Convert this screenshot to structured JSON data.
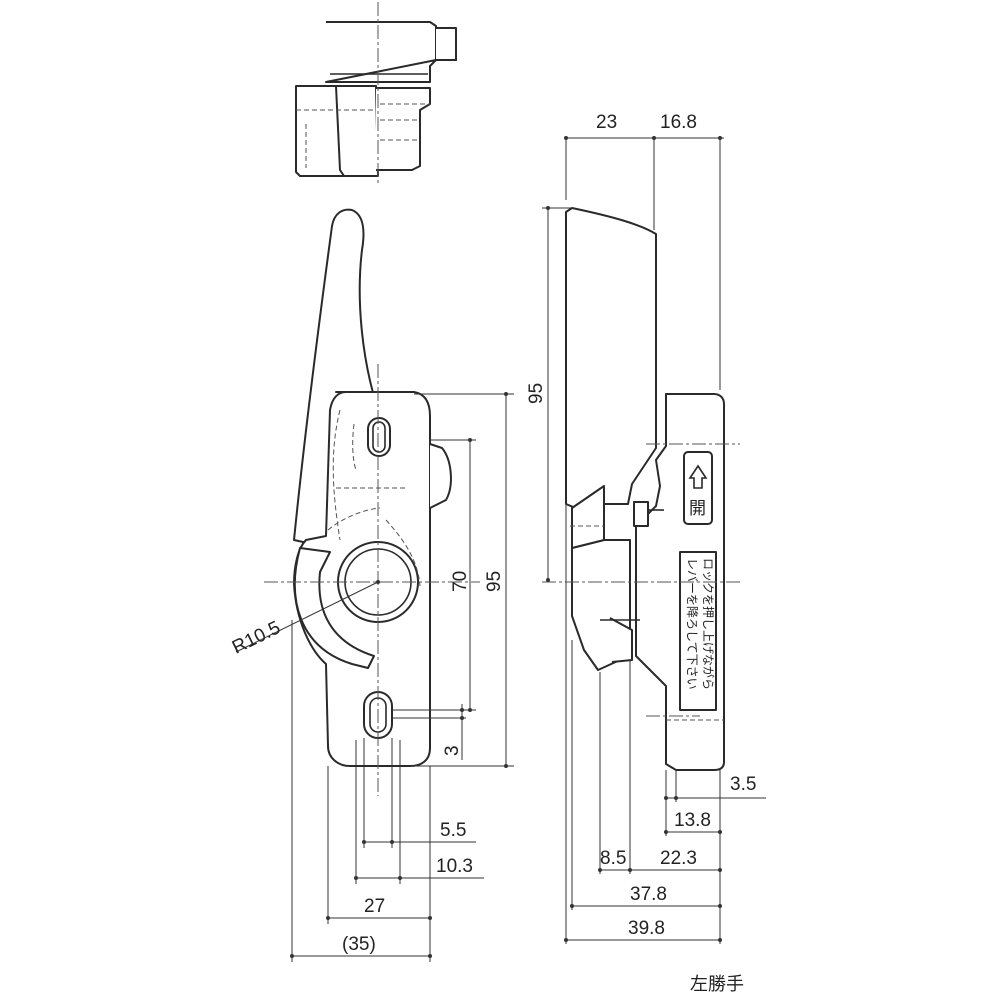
{
  "dimensions": {
    "top_23": "23",
    "top_16_8": "16.8",
    "side_height_95": "95",
    "front_70": "70",
    "front_95": "95",
    "radius": "R10.5",
    "front_3": "3",
    "front_5_5": "5.5",
    "front_10_3": "10.3",
    "front_27": "27",
    "front_35": "(35)",
    "side_3_5": "3.5",
    "side_13_8": "13.8",
    "side_8_5": "8.5",
    "side_22_3": "22.3",
    "side_37_8": "37.8",
    "side_39_8": "39.8"
  },
  "labels": {
    "open_button": "開",
    "warning_line1": "ロックを押し上げながら",
    "warning_line2": "レバーを降ろして下さい",
    "caption": "左勝手"
  },
  "icons": {
    "open_arrow": "up-arrow-icon"
  },
  "colors": {
    "line": "#2a2a2a",
    "background": "#ffffff"
  }
}
